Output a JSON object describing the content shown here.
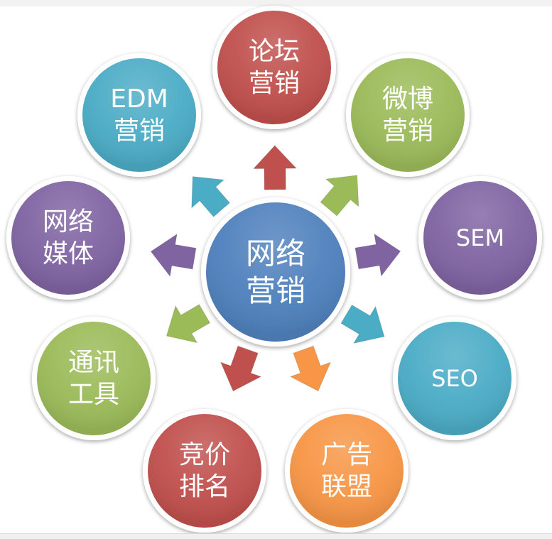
{
  "center": {
    "lines": [
      "网络",
      "营销"
    ],
    "color": "#4f81bd"
  },
  "nodes": [
    {
      "id": "forum",
      "lines": [
        "论坛",
        "营销"
      ],
      "color": "#c0504d"
    },
    {
      "id": "weibo",
      "lines": [
        "微博",
        "营销"
      ],
      "color": "#9bbb59"
    },
    {
      "id": "sem",
      "lines": [
        "SEM"
      ],
      "color": "#8064a2"
    },
    {
      "id": "seo",
      "lines": [
        "SEO"
      ],
      "color": "#4bacc6"
    },
    {
      "id": "ad-alliance",
      "lines": [
        "广告",
        "联盟"
      ],
      "color": "#f79646"
    },
    {
      "id": "bidding",
      "lines": [
        "竞价",
        "排名"
      ],
      "color": "#c0504d"
    },
    {
      "id": "comm-tools",
      "lines": [
        "通讯",
        "工具"
      ],
      "color": "#9bbb59"
    },
    {
      "id": "net-media",
      "lines": [
        "网络",
        "媒体"
      ],
      "color": "#8064a2"
    },
    {
      "id": "edm",
      "lines": [
        "EDM",
        "营销"
      ],
      "color": "#4bacc6"
    }
  ],
  "arrows": [
    {
      "target": "forum",
      "color": "#c0504d"
    },
    {
      "target": "weibo",
      "color": "#9bbb59"
    },
    {
      "target": "sem",
      "color": "#8064a2"
    },
    {
      "target": "seo",
      "color": "#4bacc6"
    },
    {
      "target": "ad-alliance",
      "color": "#f79646"
    },
    {
      "target": "bidding",
      "color": "#c0504d"
    },
    {
      "target": "comm-tools",
      "color": "#9bbb59"
    },
    {
      "target": "net-media",
      "color": "#8064a2"
    },
    {
      "target": "edm",
      "color": "#4bacc6"
    }
  ]
}
